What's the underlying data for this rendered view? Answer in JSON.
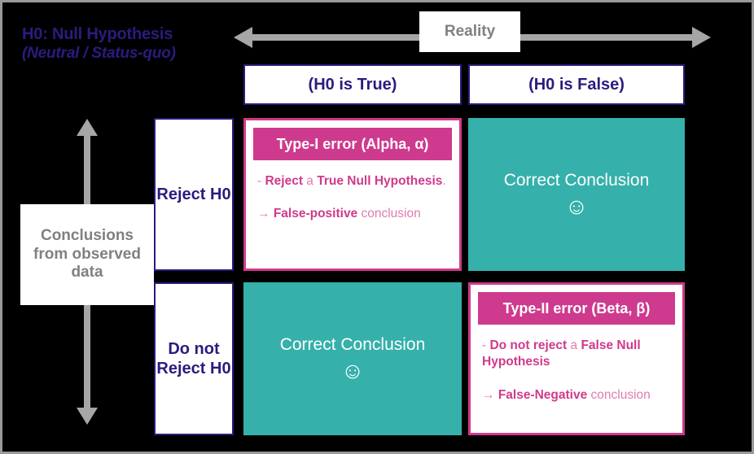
{
  "title": {
    "main": "H0: Null Hypothesis",
    "sub": "(Neutral / Status-quo)"
  },
  "axes": {
    "horizontal_label": "Reality",
    "vertical_label": "Conclusions from observed data",
    "arrow_color": "#A6A6A6",
    "label_text_color": "#808080"
  },
  "columns": [
    {
      "label": "(H0 is True)"
    },
    {
      "label": "(H0 is False)"
    }
  ],
  "rows": [
    {
      "label": "Reject H0"
    },
    {
      "label": "Do not Reject H0"
    }
  ],
  "cells": {
    "type1": {
      "header": "Type-I error (Alpha, α)",
      "line1_prefix": "- ",
      "line1_bold_a": "Reject",
      "line1_mid": " a ",
      "line1_bold_b": "True Null Hypothesis",
      "line1_suffix": ".",
      "line2_arrow": "→ ",
      "line2_bold": "False-positive",
      "line2_rest": " conclusion"
    },
    "type2": {
      "header": "Type-II  error (Beta, β)",
      "line1_prefix": "- ",
      "line1_bold_a": "Do not reject",
      "line1_mid": " a ",
      "line1_bold_b": "False Null Hypothesis",
      "line1_suffix": "",
      "line2_arrow": "→ ",
      "line2_bold": "False-Negative",
      "line2_rest": " conclusion"
    },
    "correct_top_right": {
      "text": "Correct Conclusion",
      "smiley": "☺"
    },
    "correct_bottom_left": {
      "text": "Correct Conclusion",
      "smiley": "☺"
    }
  },
  "colors": {
    "background": "#000000",
    "navy": "#2E1A7F",
    "pink": "#D1398B",
    "pink_light": "#E07BAE",
    "teal": "#35B0AB",
    "gray": "#A6A6A6",
    "white": "#FFFFFF"
  }
}
